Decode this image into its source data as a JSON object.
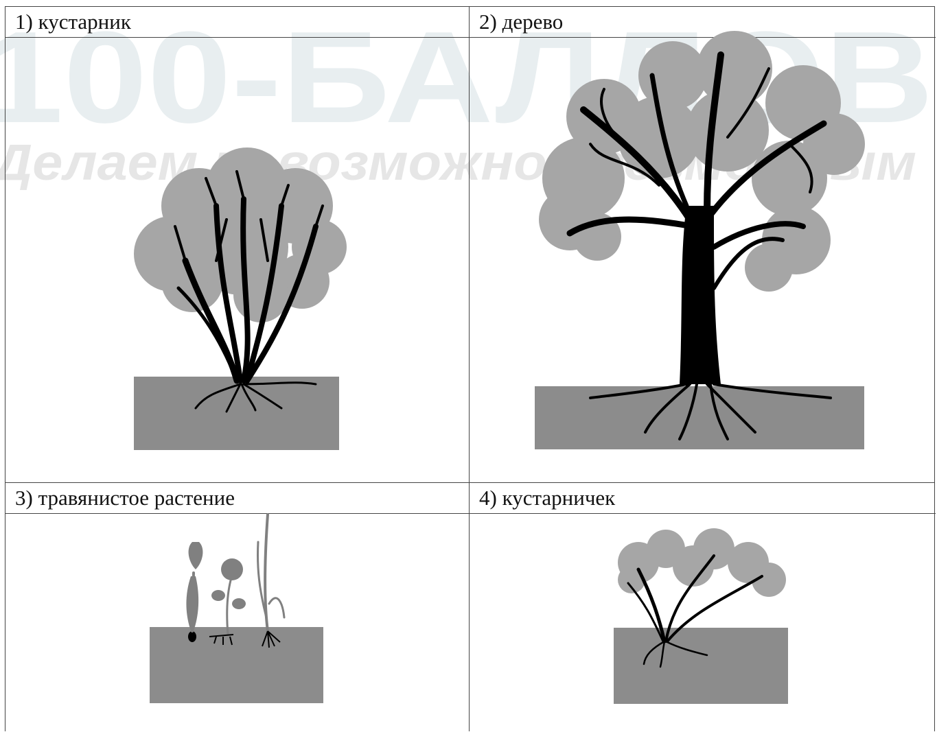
{
  "watermark": {
    "big_text": "100-БАЛЛОВ",
    "tagline": "Делаем невозможное возможным",
    "colors": {
      "gray": "#e3e3e3",
      "cyan": "#e4f3f7"
    }
  },
  "cells": [
    {
      "label": "1) кустарник",
      "icon": "shrub-icon"
    },
    {
      "label": "2) дерево",
      "icon": "tree-icon"
    },
    {
      "label": "3) травянистое растение",
      "icon": "herb-icon"
    },
    {
      "label": "4) кустарничек",
      "icon": "subshrub-icon"
    }
  ],
  "colors": {
    "crown": "#a6a6a6",
    "soil": "#8c8c8c",
    "wood": "#000000",
    "herb": "#808080"
  }
}
